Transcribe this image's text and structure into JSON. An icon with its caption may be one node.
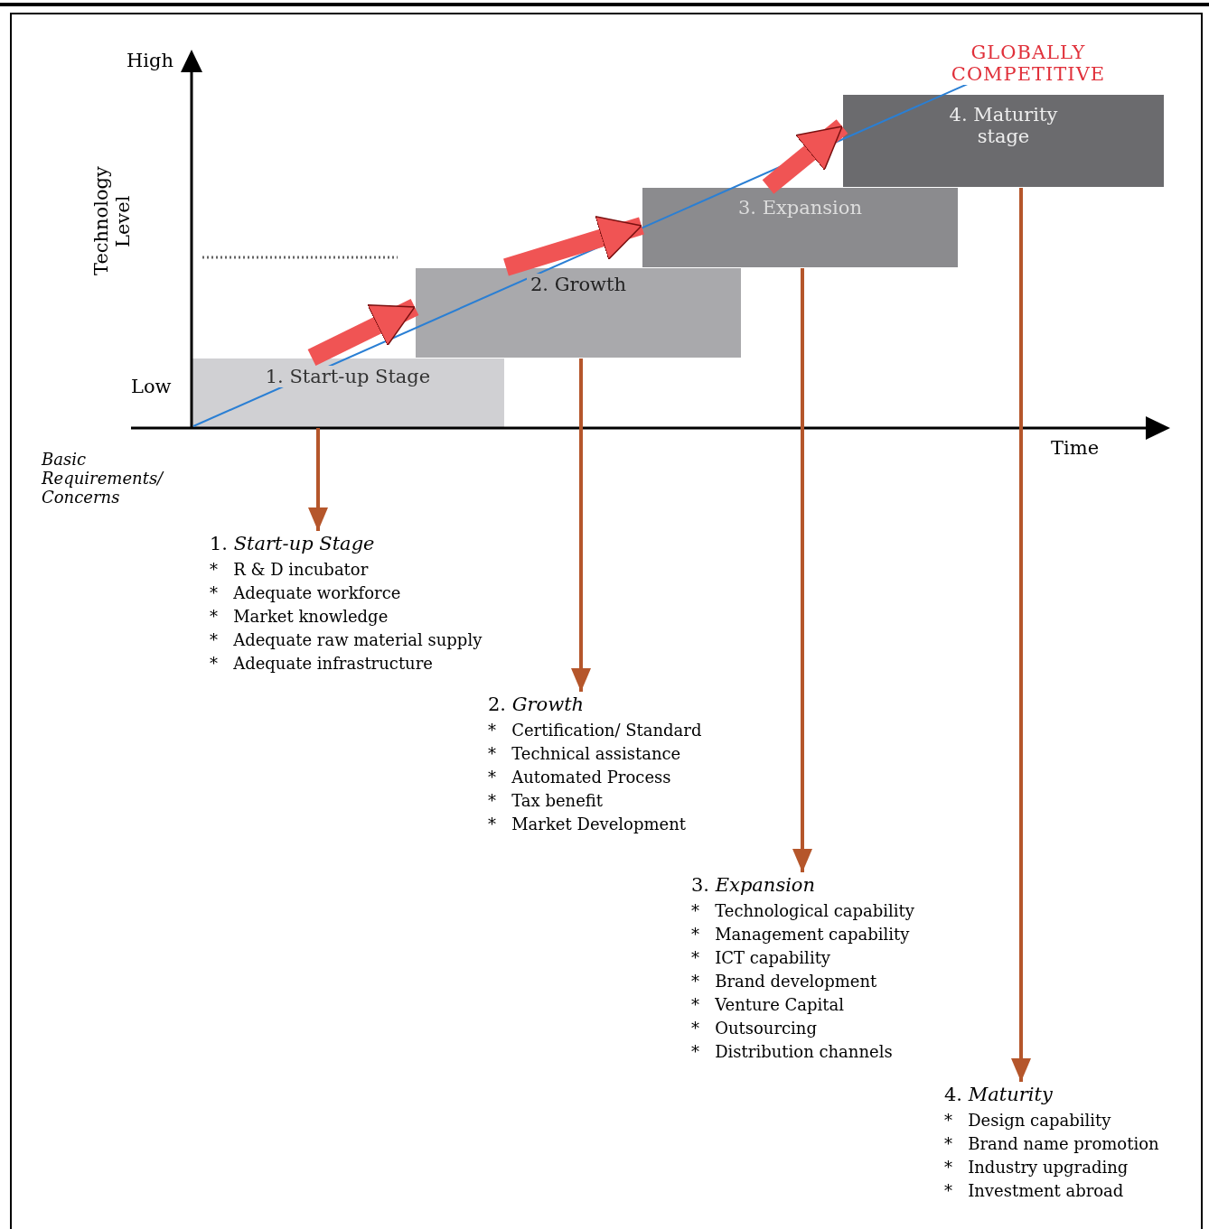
{
  "diagram": {
    "nodes": [
      {
        "text": [
          "1. Start-up Stage"
        ]
      },
      {
        "text": [
          "2. Growth"
        ]
      },
      {
        "text": [
          "3. Expansion"
        ]
      },
      {
        "text": [
          "4. Maturity stage"
        ]
      },
      {
        "text": [
          "1. *Start-up Stage*",
          "* R & D incubator",
          "* Adequate workforce",
          "* Market knowledge",
          "* Adequate raw material supply",
          "* Adequate infrastructure"
        ]
      },
      {
        "text": [
          "2. *Growth*",
          "* Certification/ Standard",
          "* Technical assistance",
          "* Automated Process",
          "* Tax benefit",
          "* Market Development"
        ]
      },
      {
        "text": [
          "3. *Expansion*",
          "* Technological capability",
          "* Management capability",
          "* ICT capability",
          "* Brand development",
          "* Venture Capital",
          "* Outsourcing",
          "* Distribution channels"
        ]
      },
      {
        "text": [
          "4. *Maturity*",
          "* Design capability",
          "* Brand name promotion",
          "* Industry upgrading",
          "* Investment abroad"
        ]
      }
    ],
    "edges": [
      {
        "from": 0,
        "to": 1,
        "arrow": "to",
        "style": "thick",
        "color": "#f05454"
      },
      {
        "from": 1,
        "to": 2,
        "arrow": "to",
        "style": "thick",
        "color": "#f05454"
      },
      {
        "from": 2,
        "to": 3,
        "arrow": "to",
        "style": "thick",
        "color": "#f05454"
      },
      {
        "from": 0,
        "to": 4,
        "arrow": "to"
      },
      {
        "from": 1,
        "to": 5,
        "arrow": "to"
      },
      {
        "from": 2,
        "to": 6,
        "arrow": "to"
      },
      {
        "from": 3,
        "to": 7,
        "arrow": "to"
      }
    ],
    "labels": [
      "High",
      "Technology Level",
      "Low",
      "GLOBALLY COMPETITIVE",
      "Time",
      "Basic Requirements/ Concerns"
    ]
  }
}
